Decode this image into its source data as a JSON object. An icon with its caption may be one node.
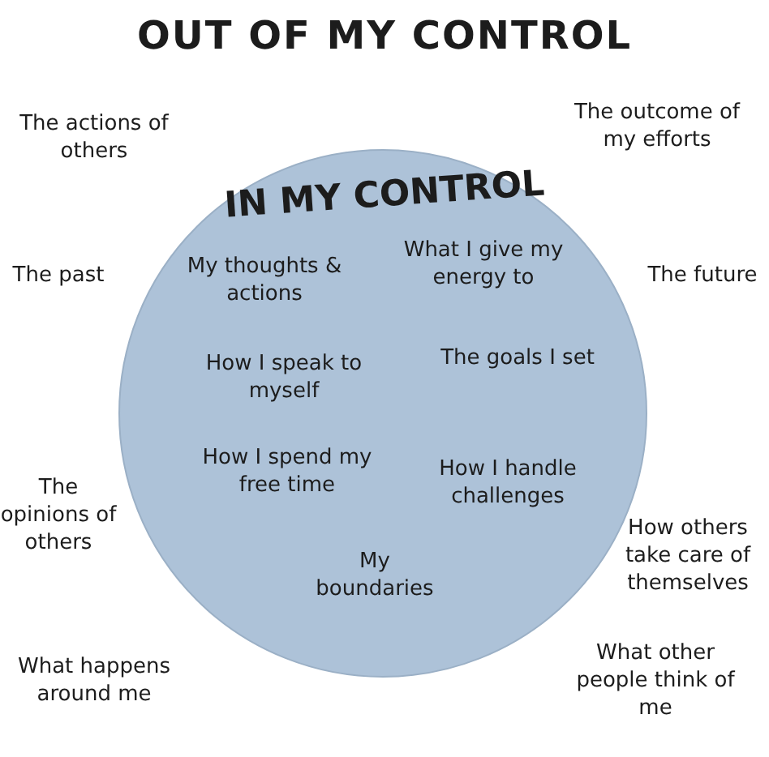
{
  "diagram": {
    "title": "OUT OF MY CONTROL",
    "nodes": [
      {
        "text": [
          "IN MY CONTROL",
          "My thoughts & actions",
          "What I give my energy to",
          "How I speak to myself",
          "The goals I set",
          "How I spend my free time",
          "How I handle challenges",
          "My boundaries"
        ]
      }
    ],
    "edges": [],
    "labels": [
      "The actions of others",
      "The outcome of my efforts",
      "The past",
      "The future",
      "The opinions of others",
      "How others take care of themselves",
      "What happens around me",
      "What other people think of me"
    ]
  }
}
